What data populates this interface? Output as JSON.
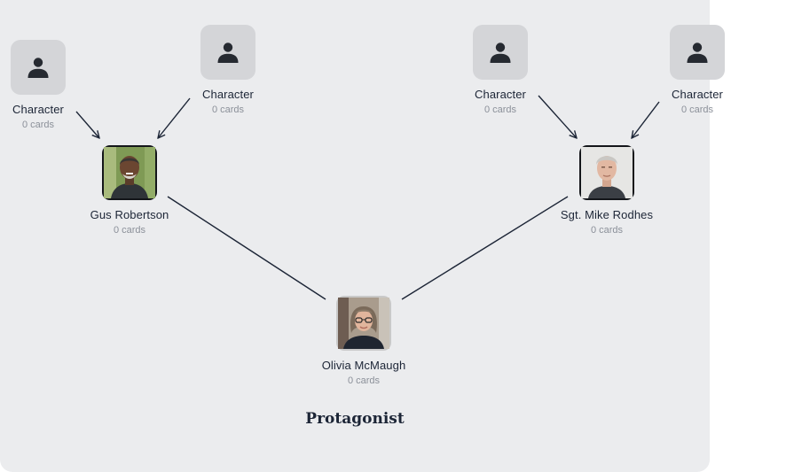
{
  "colors": {
    "background": "#ebecee",
    "edge": "#1c2536",
    "placeholder_tile": "#d4d5d8",
    "placeholder_icon": "#262a31"
  },
  "nodes": [
    {
      "id": "char-1",
      "name": "Character",
      "cards": "0 cards",
      "avatar": "person-icon"
    },
    {
      "id": "char-2",
      "name": "Character",
      "cards": "0 cards",
      "avatar": "person-icon"
    },
    {
      "id": "char-3",
      "name": "Character",
      "cards": "0 cards",
      "avatar": "person-icon"
    },
    {
      "id": "char-4",
      "name": "Character",
      "cards": "0 cards",
      "avatar": "person-icon"
    },
    {
      "id": "gus",
      "name": "Gus Robertson",
      "cards": "0 cards",
      "avatar": "photo"
    },
    {
      "id": "mike",
      "name": "Sgt. Mike Rodhes",
      "cards": "0 cards",
      "avatar": "photo"
    },
    {
      "id": "olivia",
      "name": "Olivia McMaugh",
      "cards": "0 cards",
      "avatar": "photo"
    }
  ],
  "edges": [
    {
      "from": "char-1",
      "to": "gus",
      "arrow": true
    },
    {
      "from": "char-2",
      "to": "gus",
      "arrow": true
    },
    {
      "from": "char-3",
      "to": "mike",
      "arrow": true
    },
    {
      "from": "char-4",
      "to": "mike",
      "arrow": true
    },
    {
      "from": "gus",
      "to": "olivia",
      "arrow": false
    },
    {
      "from": "mike",
      "to": "olivia",
      "arrow": false
    }
  ],
  "group_title": "Protagonist"
}
